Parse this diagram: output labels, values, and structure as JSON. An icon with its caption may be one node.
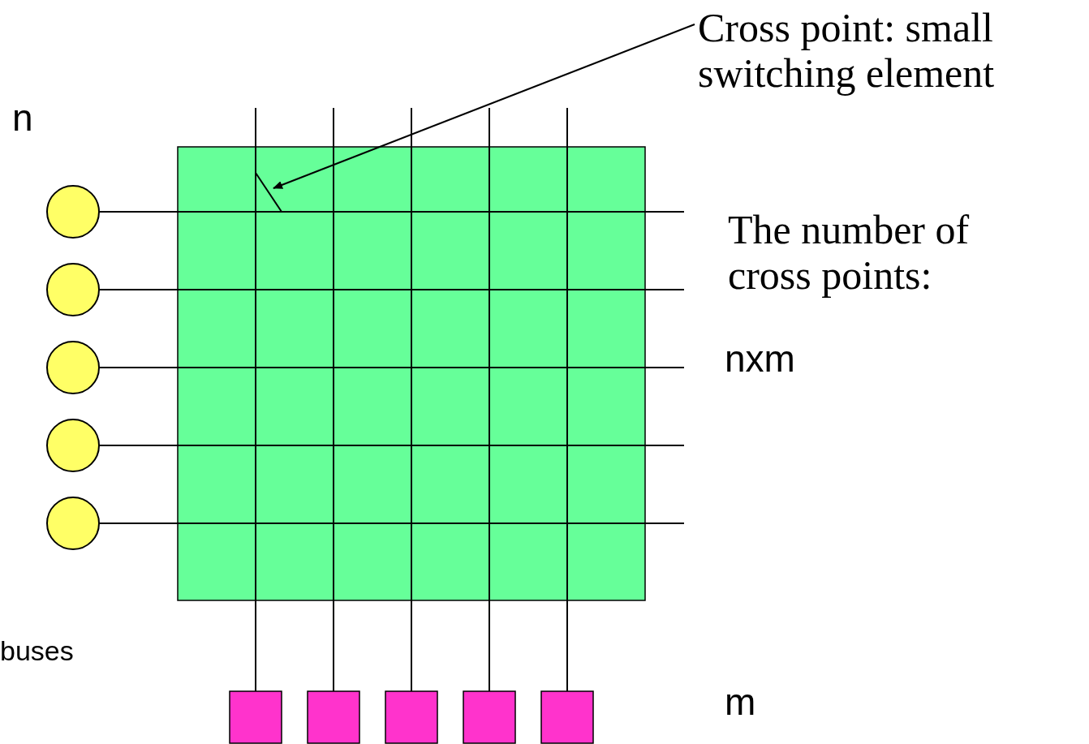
{
  "diagram": {
    "nodes": [
      {
        "text": [
          "Cross point: small switching element"
        ]
      },
      {
        "text": [],
        "shape": "circle"
      },
      {
        "text": [],
        "shape": "circle"
      },
      {
        "text": [],
        "shape": "circle"
      },
      {
        "text": [],
        "shape": "circle"
      },
      {
        "text": [],
        "shape": "circle"
      },
      {
        "text": [],
        "shape": "box"
      },
      {
        "text": [],
        "shape": "box"
      },
      {
        "text": [],
        "shape": "box"
      },
      {
        "text": [],
        "shape": "box"
      },
      {
        "text": [],
        "shape": "box"
      },
      {
        "text": [],
        "shape": "box"
      },
      {
        "text": [],
        "shape": "line",
        "in": 6
      }
    ],
    "edges": [
      {
        "from": 0,
        "to": 12,
        "arrow": "to"
      },
      {
        "from": 1,
        "to": 6,
        "arrow": "none"
      },
      {
        "from": 2,
        "to": 6,
        "arrow": "none"
      },
      {
        "from": 3,
        "to": 6,
        "arrow": "none"
      },
      {
        "from": 4,
        "to": 6,
        "arrow": "none"
      },
      {
        "from": 5,
        "to": 6,
        "arrow": "none"
      },
      {
        "from": 6,
        "to": 7,
        "arrow": "none"
      },
      {
        "from": 6,
        "to": 8,
        "arrow": "none"
      },
      {
        "from": 6,
        "to": 9,
        "arrow": "none"
      },
      {
        "from": 6,
        "to": 10,
        "arrow": "none"
      },
      {
        "from": 6,
        "to": 11,
        "arrow": "none"
      }
    ],
    "labels": [
      "n",
      "The number of cross points:",
      "nxm",
      "buses",
      "m"
    ]
  }
}
